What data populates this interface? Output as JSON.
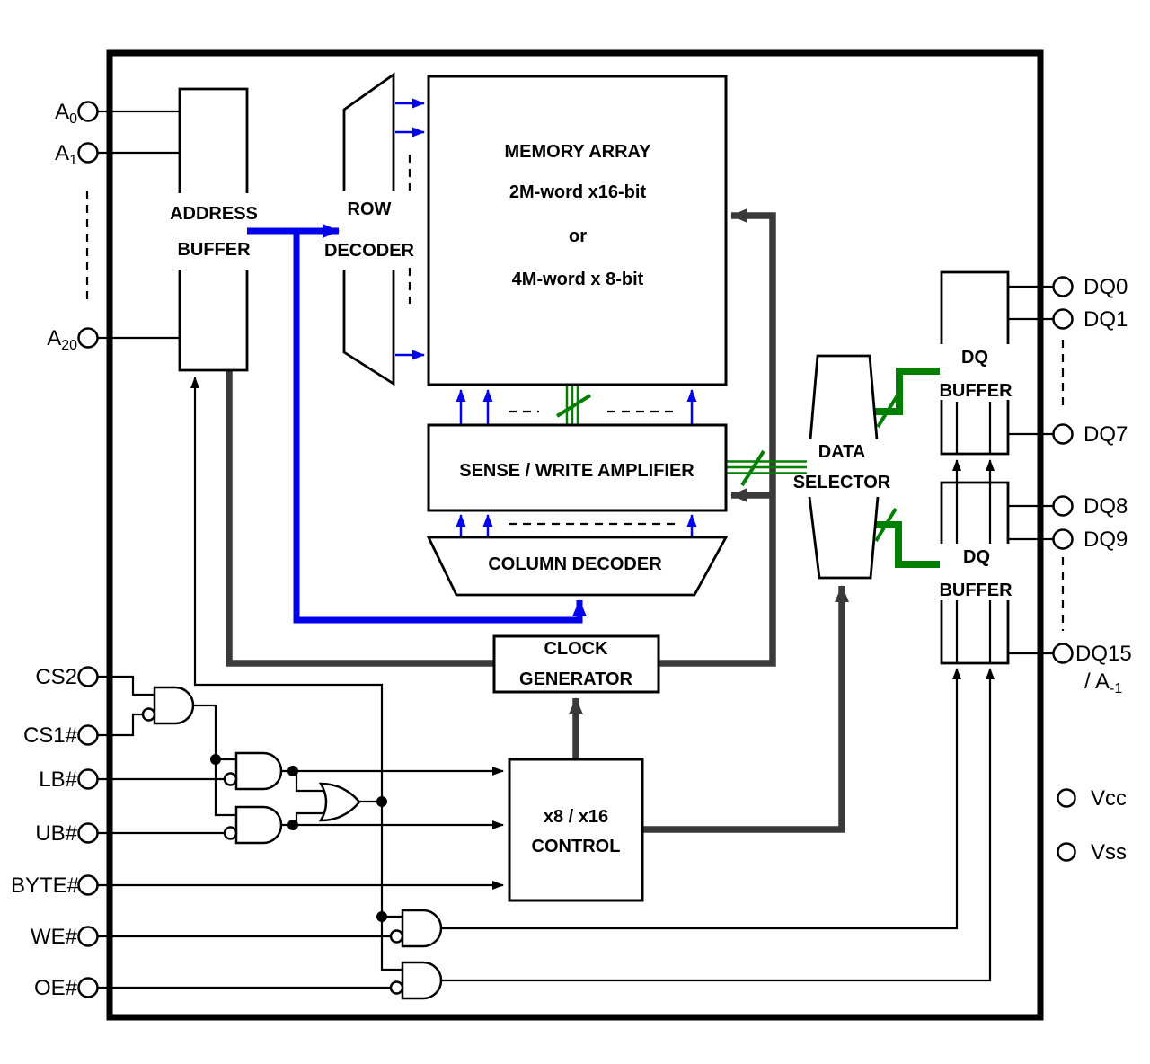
{
  "pins": {
    "a0": {
      "main": "A",
      "sub": "0"
    },
    "a1": {
      "main": "A",
      "sub": "1"
    },
    "a20": {
      "main": "A",
      "sub": "20"
    },
    "cs2": {
      "label": "CS2"
    },
    "cs1": {
      "label": "CS1#"
    },
    "lb": {
      "label": "LB#"
    },
    "ub": {
      "label": "UB#"
    },
    "byte": {
      "label": "BYTE#"
    },
    "we": {
      "label": "WE#"
    },
    "oe": {
      "label": "OE#"
    },
    "dq0": {
      "label": "DQ0"
    },
    "dq1": {
      "label": "DQ1"
    },
    "dq7": {
      "label": "DQ7"
    },
    "dq8": {
      "label": "DQ8"
    },
    "dq9": {
      "label": "DQ9"
    },
    "dq15": {
      "label": "DQ15"
    },
    "dq15_alt": {
      "main": "/ A",
      "sub": "-1"
    },
    "vcc": {
      "label": "Vcc"
    },
    "vss": {
      "label": "Vss"
    }
  },
  "blocks": {
    "address_buffer": {
      "line1": "ADDRESS",
      "line2": "BUFFER"
    },
    "row_decoder": {
      "line1": "ROW",
      "line2": "DECODER"
    },
    "memory_array": {
      "line1": "MEMORY ARRAY",
      "line2": "2M-word x16-bit",
      "line3": "or",
      "line4": "4M-word x 8-bit"
    },
    "sense_amp": {
      "line1": "SENSE / WRITE AMPLIFIER"
    },
    "column_decoder": {
      "line1": "COLUMN DECODER"
    },
    "clock_generator": {
      "line1": "CLOCK",
      "line2": "GENERATOR"
    },
    "x8x16_control": {
      "line1": "x8 / x16",
      "line2": "CONTROL"
    },
    "data_selector": {
      "line1": "DATA",
      "line2": "SELECTOR"
    },
    "dq_buffer_upper": {
      "line1": "DQ",
      "line2": "BUFFER"
    },
    "dq_buffer_lower": {
      "line1": "DQ",
      "line2": "BUFFER"
    }
  },
  "colors": {
    "line": "#000000",
    "bus_dark": "#3A3A3A",
    "bus_blue": "#0000EE",
    "bus_green": "#007F00",
    "background": "#FFFFFF"
  }
}
